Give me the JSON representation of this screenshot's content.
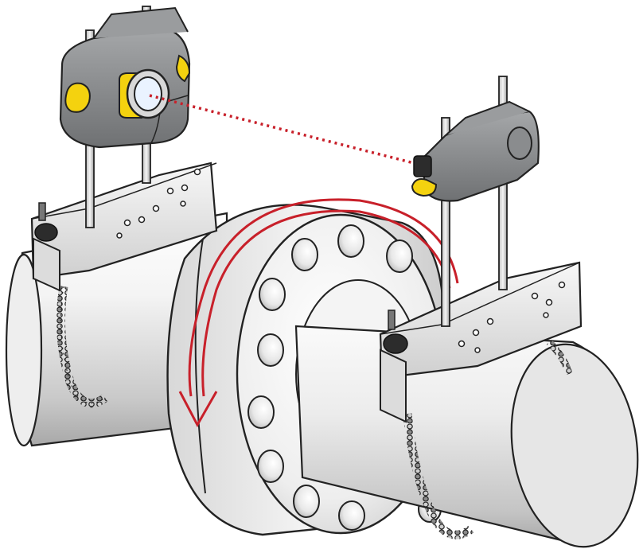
{
  "diagram": {
    "components": [
      {
        "id": "left-shaft",
        "kind": "shaft"
      },
      {
        "id": "right-shaft",
        "kind": "shaft"
      },
      {
        "id": "coupling-flange",
        "kind": "flange",
        "bolt_holes": 10
      },
      {
        "id": "laser-transmitter-unit",
        "kind": "measuring-unit"
      },
      {
        "id": "laser-receiver-unit",
        "kind": "measuring-unit"
      },
      {
        "id": "left-chain-bracket",
        "kind": "bracket"
      },
      {
        "id": "right-chain-bracket",
        "kind": "bracket"
      }
    ],
    "annotations": [
      {
        "id": "laser-beam",
        "kind": "dotted-line"
      },
      {
        "id": "rotation-arrow",
        "kind": "curved-arrow"
      }
    ]
  },
  "colors": {
    "laser_beam": "#c8202a",
    "rotation_arrow": "#c8202a",
    "unit_accent": "#f4d20f",
    "unit_body": "#8a8c8e",
    "steel_light": "#f2f2f2",
    "steel_mid": "#cfcfcf",
    "steel_dark": "#9a9a9a",
    "outline": "#222222"
  }
}
